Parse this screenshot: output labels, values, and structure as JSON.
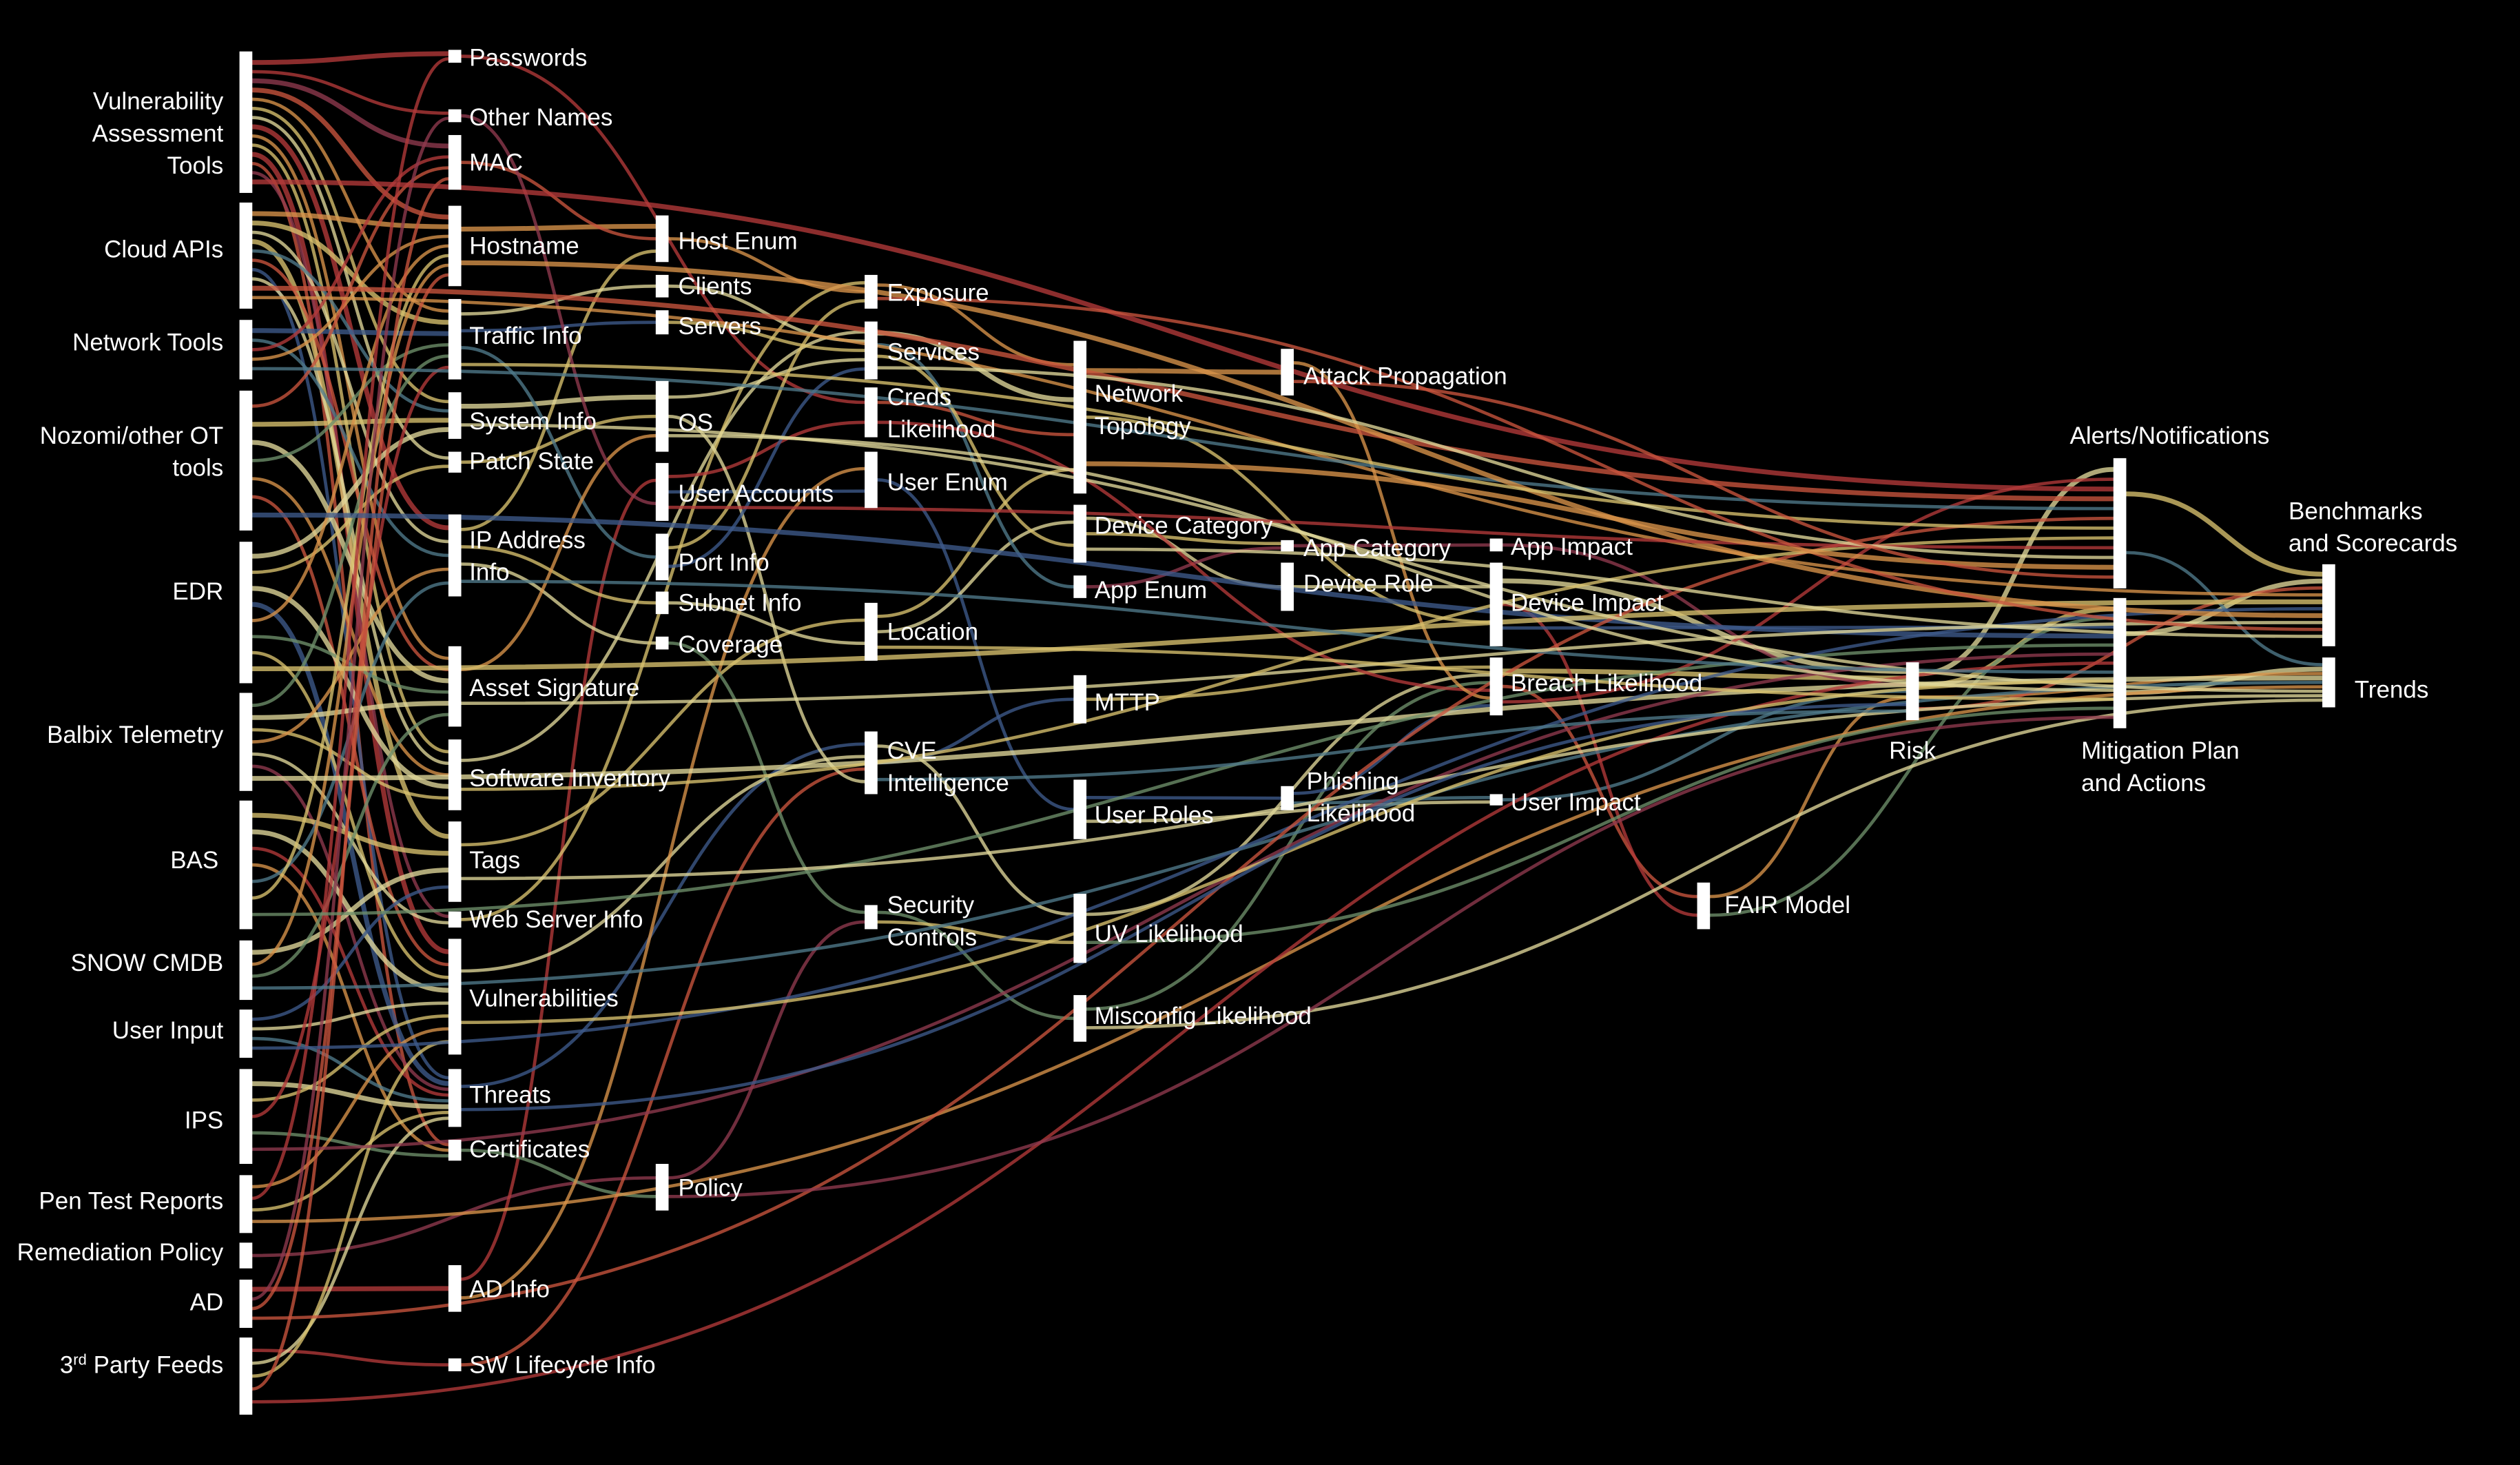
{
  "diagram": {
    "type": "sankey",
    "colors": {
      "background": "#000000",
      "node": "#ffffff",
      "label": "#ffffff",
      "flow_palette": [
        "#b33a3a",
        "#c9553e",
        "#d9944a",
        "#d8c26e",
        "#e0d79a",
        "#8f3a4e",
        "#3e5a8a",
        "#4f7a8a",
        "#6e8f6a",
        "#a66a8a"
      ]
    },
    "nodes": [
      {
        "id": "vat",
        "label": "Vulnerability\nAssessment\nTools",
        "col": 0
      },
      {
        "id": "cloud",
        "label": "Cloud APIs",
        "col": 0
      },
      {
        "id": "nettools",
        "label": "Network Tools",
        "col": 0
      },
      {
        "id": "nozomi",
        "label": "Nozomi/other OT\ntools",
        "col": 0
      },
      {
        "id": "edr",
        "label": "EDR",
        "col": 0
      },
      {
        "id": "balbix",
        "label": "Balbix Telemetry",
        "col": 0
      },
      {
        "id": "bas",
        "label": "BAS",
        "col": 0
      },
      {
        "id": "snow",
        "label": "SNOW CMDB",
        "col": 0
      },
      {
        "id": "userinput",
        "label": "User Input",
        "col": 0
      },
      {
        "id": "ips",
        "label": "IPS",
        "col": 0
      },
      {
        "id": "pentest",
        "label": "Pen Test Reports",
        "col": 0
      },
      {
        "id": "rempolicy",
        "label": "Remediation Policy",
        "col": 0
      },
      {
        "id": "ad",
        "label": "AD",
        "col": 0
      },
      {
        "id": "thirdparty",
        "label": "3rd Party Feeds",
        "col": 0
      },
      {
        "id": "passwords",
        "label": "Passwords",
        "col": 1
      },
      {
        "id": "othernames",
        "label": "Other Names",
        "col": 1
      },
      {
        "id": "mac",
        "label": "MAC",
        "col": 1
      },
      {
        "id": "hostname",
        "label": "Hostname",
        "col": 1
      },
      {
        "id": "traffic",
        "label": "Traffic Info",
        "col": 1
      },
      {
        "id": "sysinfo",
        "label": "System Info",
        "col": 1
      },
      {
        "id": "patch",
        "label": "Patch State",
        "col": 1
      },
      {
        "id": "ipinfo",
        "label": "IP Address\nInfo",
        "col": 1
      },
      {
        "id": "assetsig",
        "label": "Asset Signature",
        "col": 1
      },
      {
        "id": "swinv",
        "label": "Software Inventory",
        "col": 1
      },
      {
        "id": "tags",
        "label": "Tags",
        "col": 1
      },
      {
        "id": "webserver",
        "label": "Web Server Info",
        "col": 1
      },
      {
        "id": "vulns",
        "label": "Vulnerabilities",
        "col": 1
      },
      {
        "id": "threats",
        "label": "Threats",
        "col": 1
      },
      {
        "id": "certs",
        "label": "Certificates",
        "col": 1
      },
      {
        "id": "adinfo",
        "label": "AD Info",
        "col": 1
      },
      {
        "id": "swlife",
        "label": "SW Lifecycle Info",
        "col": 1
      },
      {
        "id": "hostenum",
        "label": "Host Enum",
        "col": 2
      },
      {
        "id": "clients",
        "label": "Clients",
        "col": 2
      },
      {
        "id": "servers",
        "label": "Servers",
        "col": 2
      },
      {
        "id": "os",
        "label": "OS",
        "col": 2
      },
      {
        "id": "useraccts",
        "label": "User Accounts",
        "col": 2
      },
      {
        "id": "portinfo",
        "label": "Port Info",
        "col": 2
      },
      {
        "id": "subnet",
        "label": "Subnet Info",
        "col": 2
      },
      {
        "id": "coverage",
        "label": "Coverage",
        "col": 2
      },
      {
        "id": "policy",
        "label": "Policy",
        "col": 2
      },
      {
        "id": "exposure",
        "label": "Exposure",
        "col": 3
      },
      {
        "id": "services",
        "label": "Services",
        "col": 3
      },
      {
        "id": "creds",
        "label": "Creds\nLikelihood",
        "col": 3
      },
      {
        "id": "userenum",
        "label": "User Enum",
        "col": 3
      },
      {
        "id": "location",
        "label": "Location",
        "col": 3
      },
      {
        "id": "cve",
        "label": "CVE\nIntelligence",
        "col": 3
      },
      {
        "id": "secctrl",
        "label": "Security\nControls",
        "col": 3
      },
      {
        "id": "nettopo",
        "label": "Network\nTopology",
        "col": 4
      },
      {
        "id": "devcat",
        "label": "Device Category",
        "col": 4
      },
      {
        "id": "appenum",
        "label": "App Enum",
        "col": 4
      },
      {
        "id": "mttp",
        "label": "MTTP",
        "col": 4
      },
      {
        "id": "userroles",
        "label": "User Roles",
        "col": 4
      },
      {
        "id": "uvlike",
        "label": "UV Likelihood",
        "col": 4
      },
      {
        "id": "misconf",
        "label": "Misconfig Likelihood",
        "col": 4
      },
      {
        "id": "attackprop",
        "label": "Attack Propagation",
        "col": 5
      },
      {
        "id": "appcat",
        "label": "App Category",
        "col": 5
      },
      {
        "id": "devrole",
        "label": "Device Role",
        "col": 5
      },
      {
        "id": "phishing",
        "label": "Phishing\nLikelihood",
        "col": 5
      },
      {
        "id": "appimpact",
        "label": "App Impact",
        "col": 6
      },
      {
        "id": "devimpact",
        "label": "Device Impact",
        "col": 6
      },
      {
        "id": "breach",
        "label": "Breach Likelihood",
        "col": 6
      },
      {
        "id": "userimpact",
        "label": "User Impact",
        "col": 6
      },
      {
        "id": "fair",
        "label": "FAIR Model",
        "col": 7
      },
      {
        "id": "risk",
        "label": "Risk",
        "col": 8
      },
      {
        "id": "alerts",
        "label": "Alerts/Notifications",
        "col": 9
      },
      {
        "id": "mitigation",
        "label": "Mitigation Plan\nand Actions",
        "col": 9
      },
      {
        "id": "bench",
        "label": "Benchmarks\nand Scorecards",
        "col": 10
      },
      {
        "id": "trends",
        "label": "Trends",
        "col": 10
      }
    ]
  }
}
